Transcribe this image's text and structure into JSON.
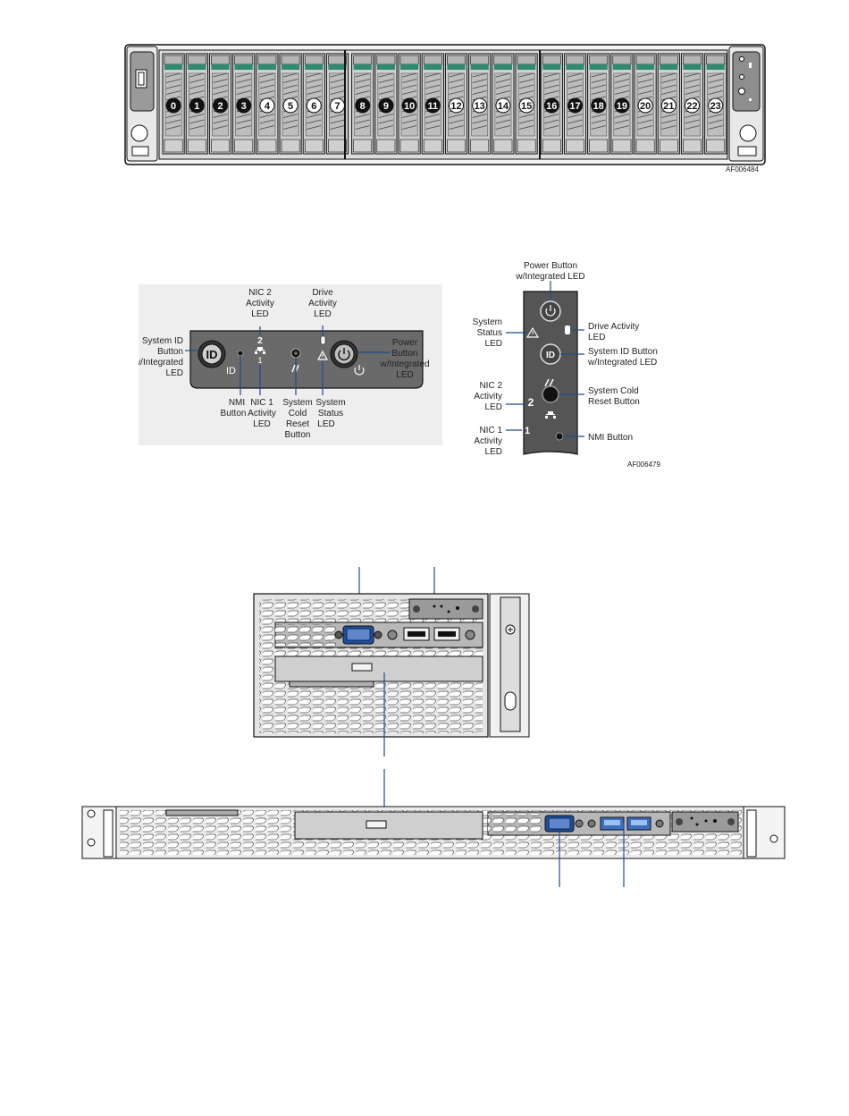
{
  "figure1": {
    "fig_id": "AF006484",
    "bays": [
      "0",
      "1",
      "2",
      "3",
      "4",
      "5",
      "6",
      "7",
      "8",
      "9",
      "10",
      "11",
      "12",
      "13",
      "14",
      "15",
      "16",
      "17",
      "18",
      "19",
      "20",
      "21",
      "22",
      "23"
    ]
  },
  "figure2": {
    "labels": {
      "system_id_button": [
        "System ID",
        "Button",
        "w/Integrated",
        "LED"
      ],
      "nmi_button": [
        "NMI",
        "Button"
      ],
      "nic2_led": [
        "NIC 2",
        "Activity",
        "LED"
      ],
      "nic1_led": [
        "NIC 1",
        "Activity",
        "LED"
      ],
      "cold_reset": [
        "System",
        "Cold",
        "Reset",
        "Button"
      ],
      "drive_led": [
        "Drive",
        "Activity",
        "LED"
      ],
      "system_status": [
        "System",
        "Status",
        "LED"
      ],
      "power_button": [
        "Power",
        "Button",
        "w/Integrated",
        "LED"
      ]
    },
    "panel_marks": {
      "id": "ID",
      "nic2": "2",
      "nic1": "1"
    }
  },
  "figure3": {
    "fig_id": "AF006479",
    "labels": {
      "power_button": [
        "Power Button",
        "w/Integrated LED"
      ],
      "system_status": [
        "System",
        "Status",
        "LED"
      ],
      "drive_led": [
        "Drive Activity",
        "LED"
      ],
      "system_id": [
        "System ID Button",
        "w/Integrated LED"
      ],
      "nic2": [
        "NIC 2",
        "Activity",
        "LED"
      ],
      "cold_reset": [
        "System Cold",
        "Reset Button"
      ],
      "nic1": [
        "NIC 1",
        "Activity",
        "LED"
      ],
      "nmi": [
        "NMI Button"
      ]
    },
    "panel_marks": {
      "id": "ID",
      "nic2": "2",
      "nic1": "1"
    }
  }
}
